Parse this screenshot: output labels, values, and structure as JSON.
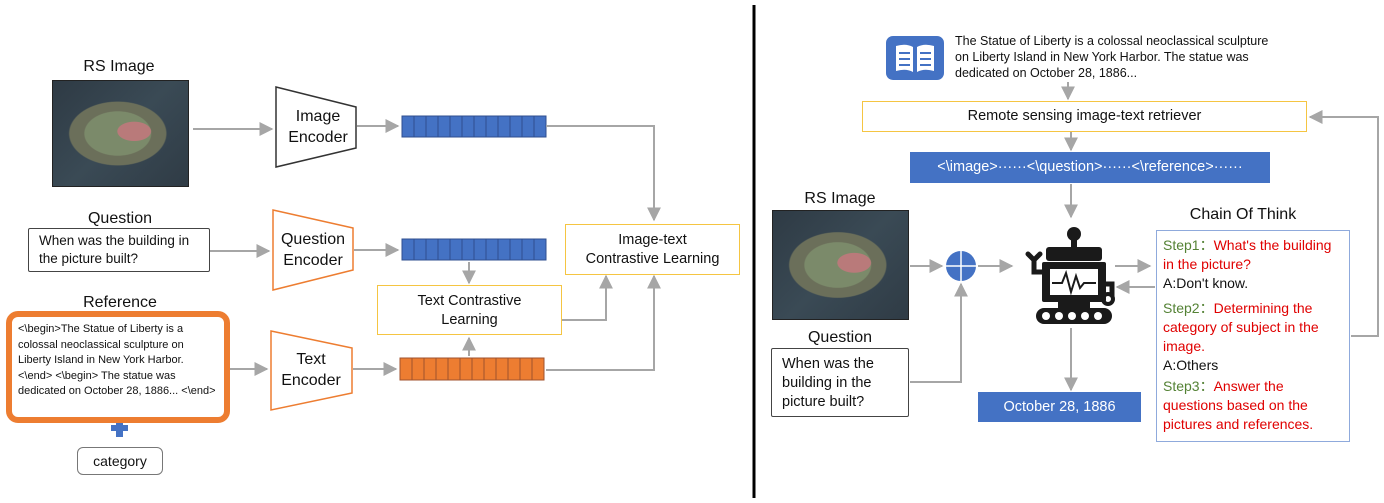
{
  "left": {
    "rs_image_title": "RS Image",
    "image_encoder": [
      "Image",
      "Encoder"
    ],
    "question_title": "Question",
    "question_text": "When was the building in the picture built?",
    "question_encoder": [
      "Question",
      "Encoder"
    ],
    "reference_title": "Reference",
    "reference_text": "<\\begin>The Statue of Liberty is a colossal neoclassical sculpture on Liberty Island in New York Harbor. <\\end> <\\begin> The statue was dedicated on October 28, 1886... <\\end>",
    "text_encoder": [
      "Text",
      "Encoder"
    ],
    "category": "category",
    "text_contrastive": [
      "Text Contrastive",
      "Learning"
    ],
    "image_text_contrastive": [
      "Image-text",
      "Contrastive Learning"
    ]
  },
  "right": {
    "book_text": "The Statue of Liberty is a colossal neoclassical sculpture on Liberty Island in New York Harbor. The statue was dedicated on October 28, 1886...",
    "retriever": "Remote sensing image-text retriever",
    "prompt_template": "<\\image>······<\\question>······<\\reference>······",
    "rs_image_title": "RS Image",
    "question_title": "Question",
    "question_text": "When was the building in the picture built?",
    "answer": "October 28, 1886",
    "cot_title": "Chain Of Think",
    "cot": {
      "step1_label": "Step1：",
      "step1_text": "What's the building in the picture?",
      "step1_answer": "A:Don't know.",
      "step2_label": "Step2：",
      "step2_text": "Determining the category of subject in the image.",
      "step2_answer": "A:Others",
      "step3_label": "Step3：",
      "step3_text": "Answer the questions based on the pictures and references."
    }
  },
  "colors": {
    "encoder_blue": "#4472c4",
    "encoder_orange": "#ed7d31",
    "box_yellow": "#f5c542",
    "arrow_gray": "#a6a6a6",
    "step_green": "#548235",
    "step_red": "#e00000"
  }
}
